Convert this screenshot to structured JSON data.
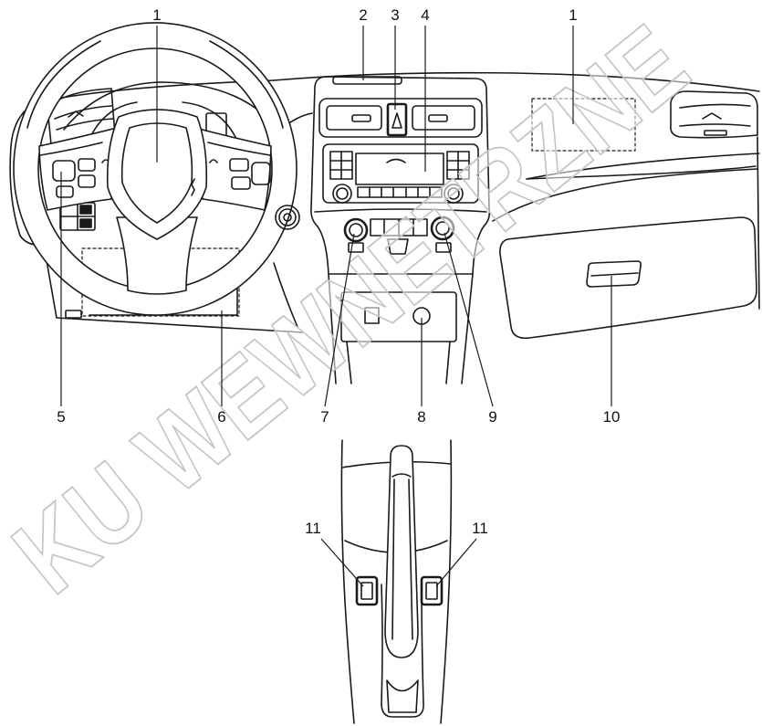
{
  "callouts": {
    "top": [
      "1",
      "2",
      "3",
      "4",
      "1"
    ],
    "bottom": [
      "5",
      "6",
      "7",
      "8",
      "9",
      "10"
    ],
    "console": [
      "11",
      "11"
    ]
  },
  "watermark": "KU WEWNETRZNE"
}
